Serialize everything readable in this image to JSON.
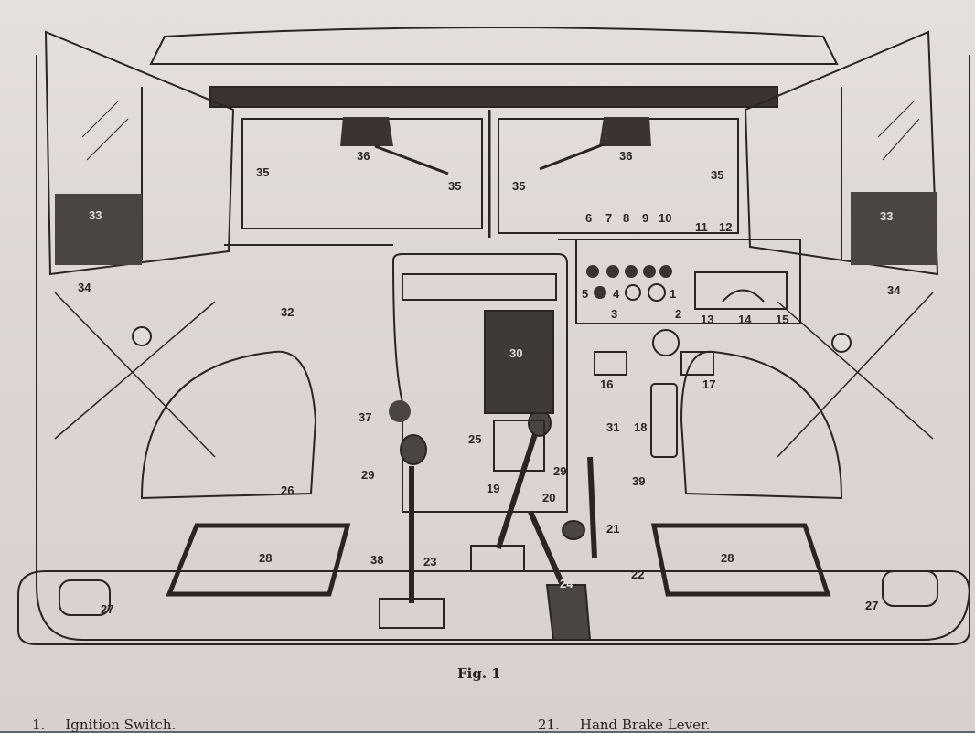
{
  "figure": {
    "caption": "Fig. 1",
    "callouts": [
      "1",
      "2",
      "3",
      "4",
      "5",
      "6",
      "7",
      "8",
      "9",
      "10",
      "11",
      "12",
      "13",
      "14",
      "15",
      "16",
      "17",
      "18",
      "19",
      "20",
      "21",
      "22",
      "23",
      "24",
      "25",
      "26",
      "27",
      "28",
      "29",
      "30",
      "31",
      "32",
      "33",
      "34",
      "35",
      "36",
      "37",
      "38",
      "39"
    ]
  },
  "legend": [
    {
      "num": "1.",
      "text": "Ignition Switch."
    },
    {
      "num": "21.",
      "text": "Hand Brake Lever."
    }
  ],
  "colors": {
    "ink": "#2a2422",
    "paper": "#e2dcd8",
    "panel": "#4a4443",
    "background": "#5a6a6c"
  }
}
